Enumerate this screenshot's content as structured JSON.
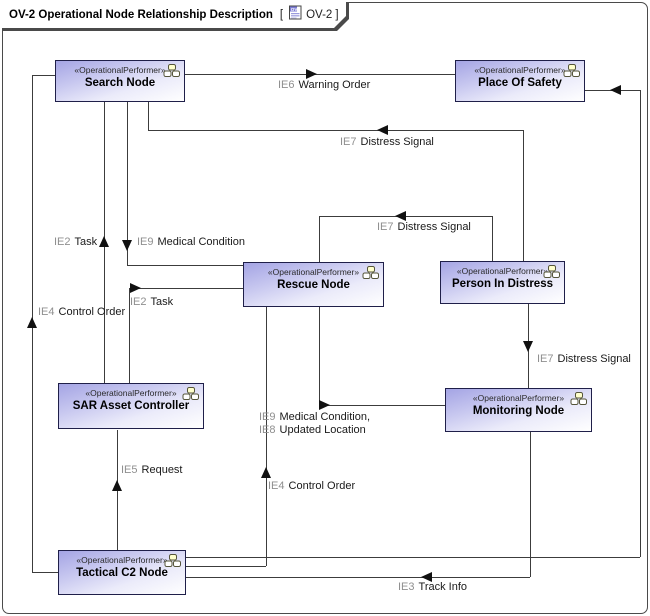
{
  "title": {
    "text": "OV-2 Operational Node Relationship Description",
    "bracket_open": "[",
    "tag": "OV-2",
    "bracket_close": "]"
  },
  "stereotype": "«OperationalPerformer»",
  "icons": {
    "frame_icon": "ov-2-diagram-icon",
    "performer_icon": "operational-performer-icon"
  },
  "colors": {
    "node_fill_dark": "#a4a4e4",
    "node_fill_light": "#ffffff",
    "node_border": "#1f1f49",
    "edge": "#3c3c3c",
    "label_id_gray": "#8f8f8f",
    "frame_icon_purple": "#7b7bd4",
    "performer_icon_yellow": "#ffffcc"
  },
  "nodes": [
    {
      "name": "Search Node"
    },
    {
      "name": "Place Of Safety"
    },
    {
      "name": "Rescue Node"
    },
    {
      "name": "Person In Distress"
    },
    {
      "name": "SAR Asset Controller"
    },
    {
      "name": "Monitoring Node"
    },
    {
      "name": "Tactical C2 Node"
    }
  ],
  "flows": [
    {
      "id": "IE6",
      "label": "Warning Order",
      "from": "Search Node",
      "to": "Place Of Safety"
    },
    {
      "id": "IE7",
      "label": "Distress Signal",
      "from": "Person In Distress",
      "to": "Search Node"
    },
    {
      "id": "IE7",
      "label": "Distress Signal",
      "from": "Person In Distress",
      "to": "Rescue Node"
    },
    {
      "id": "IE2",
      "label": "Task",
      "from": "SAR Asset Controller",
      "to": "Search Node"
    },
    {
      "id": "IE9",
      "label": "Medical Condition",
      "from": "Search Node",
      "to": "Rescue Node"
    },
    {
      "id": "IE2",
      "label": "Task",
      "from": "SAR Asset Controller",
      "to": "Rescue Node"
    },
    {
      "id": "IE4",
      "label": "Control Order",
      "from": "Tactical C2 Node",
      "to": "Search Node"
    },
    {
      "id": "IE7",
      "label": "Distress Signal",
      "from": "Person In Distress",
      "to": "Monitoring Node"
    },
    {
      "id": "IE9",
      "label": "Medical Condition,",
      "from": "Rescue Node",
      "to": "Monitoring Node"
    },
    {
      "id": "IE8",
      "label": "Updated Location",
      "from": "Rescue Node",
      "to": "Monitoring Node"
    },
    {
      "id": "IE5",
      "label": "Request",
      "from": "Tactical C2 Node",
      "to": "SAR Asset Controller"
    },
    {
      "id": "IE4",
      "label": "Control Order",
      "from": "Tactical C2 Node",
      "to": "Rescue Node"
    },
    {
      "id": "IE3",
      "label": "Track Info",
      "from": "Monitoring Node",
      "to": "Tactical C2 Node"
    }
  ]
}
